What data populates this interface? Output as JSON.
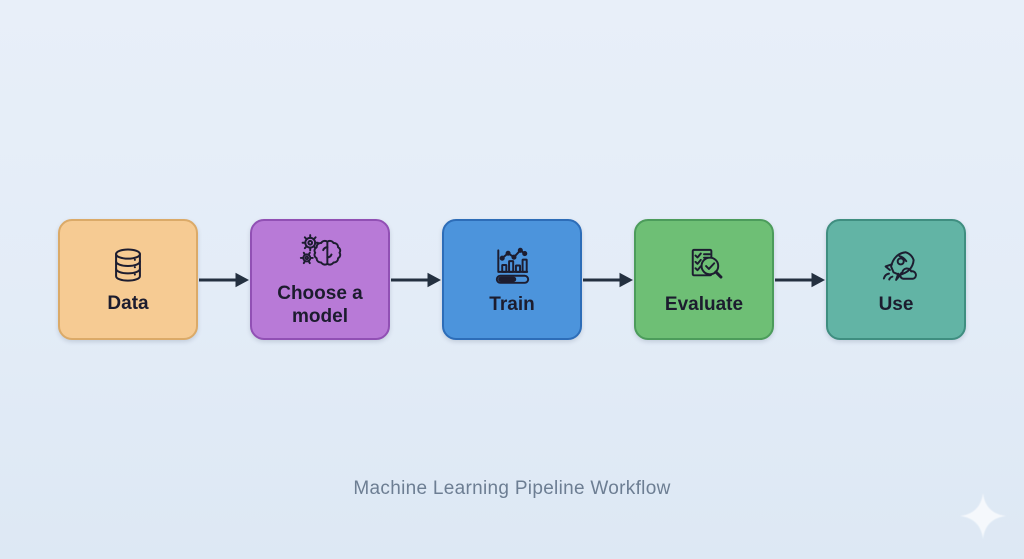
{
  "canvas": {
    "background_top": "#e8eff9",
    "background_middle": "#e3ecf7",
    "background_bottom": "#dde8f4"
  },
  "caption": {
    "text": "Machine Learning Pipeline Workflow",
    "color": "#6d7e93"
  },
  "arrow": {
    "color": "#243040"
  },
  "icons": {
    "stroke": "#1d1d30"
  },
  "watermark": {
    "name": "sparkle",
    "color": "#ffffff"
  },
  "boxes": [
    {
      "label": "Data",
      "icon": "database-icon",
      "fill": "#f6cb93",
      "border": "#dbaa68"
    },
    {
      "label": "Choose a model",
      "icon": "gears-brain-icon",
      "fill": "#b87ad7",
      "border": "#9150b4"
    },
    {
      "label": "Train",
      "icon": "training-progress-icon",
      "fill": "#4c94dc",
      "border": "#2d6db8"
    },
    {
      "label": "Evaluate",
      "icon": "checklist-magnifier-icon",
      "fill": "#6ebf75",
      "border": "#4c9c5b"
    },
    {
      "label": "Use",
      "icon": "rocket-cloud-icon",
      "fill": "#62b4a5",
      "border": "#3f8e80"
    }
  ]
}
